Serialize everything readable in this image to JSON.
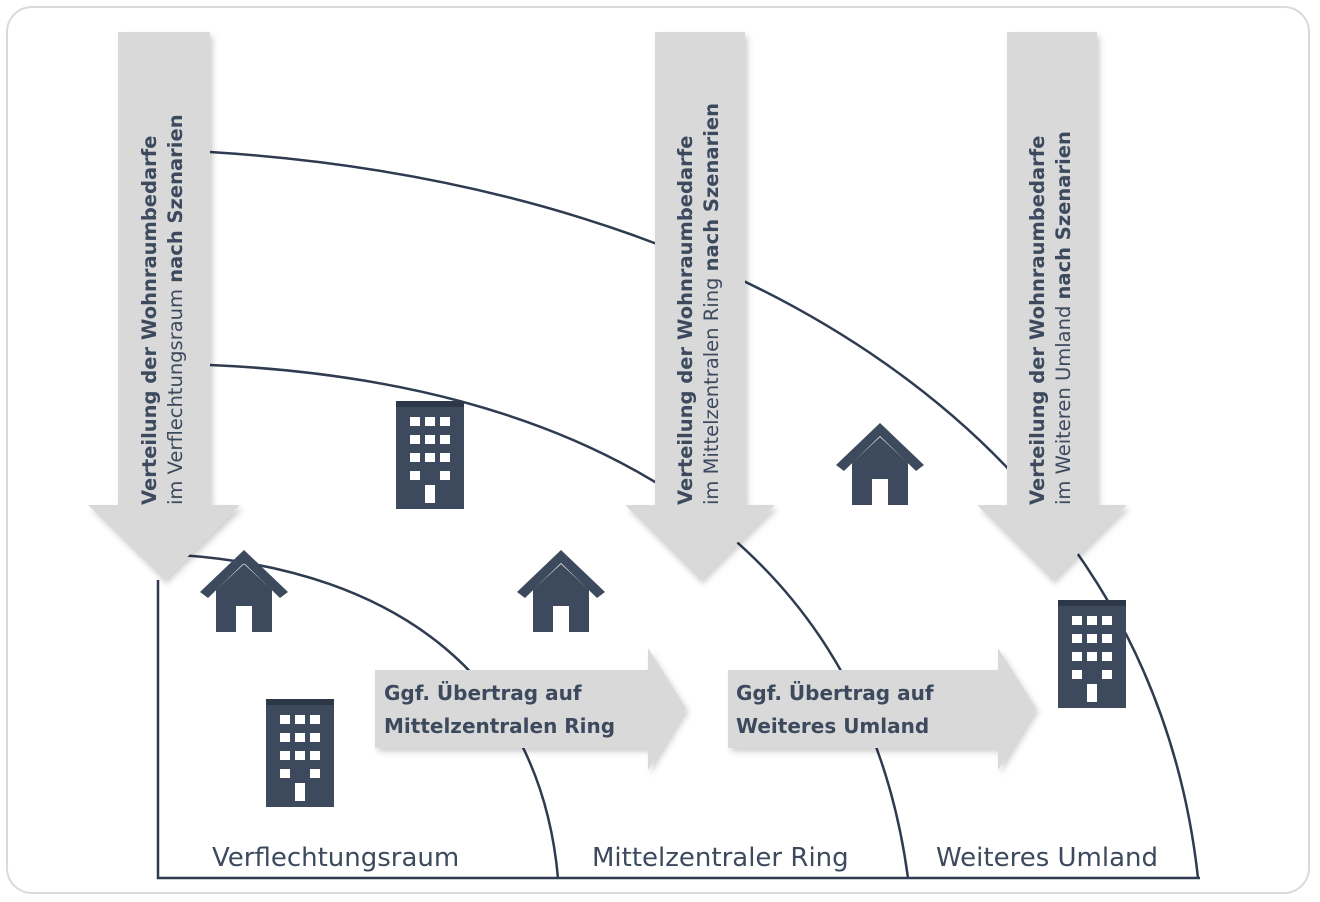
{
  "zones": [
    {
      "label": "Verflechtungsraum"
    },
    {
      "label": "Mittelzentraler Ring"
    },
    {
      "label": "Weiteres Umland"
    }
  ],
  "down_arrows": [
    {
      "line1": "Verteilung der Wohnraumbedarfe",
      "line2_prefix": "im Verflechtungsraum ",
      "line2_bold": "nach Szenarien"
    },
    {
      "line1": "Verteilung der Wohnraumbedarfe",
      "line2_prefix": "im Mittelzentralen Ring ",
      "line2_bold": "nach Szenarien"
    },
    {
      "line1": "Verteilung der Wohnraumbedarfe",
      "line2_prefix": "im Weiteren Umland ",
      "line2_bold": "nach Szenarien"
    }
  ],
  "transfer_arrows": [
    {
      "line1": "Ggf. Übertrag auf",
      "line2": "Mittelzentralen Ring"
    },
    {
      "line1": "Ggf. Übertrag auf",
      "line2": "Weiteres Umland"
    }
  ],
  "icons": [
    "house-icon",
    "apartment-building-icon"
  ],
  "colors": {
    "icon": "#3d4a5e",
    "arrow": "#d9d9d9",
    "line": "#2f3b50",
    "frame": "#dadada"
  }
}
